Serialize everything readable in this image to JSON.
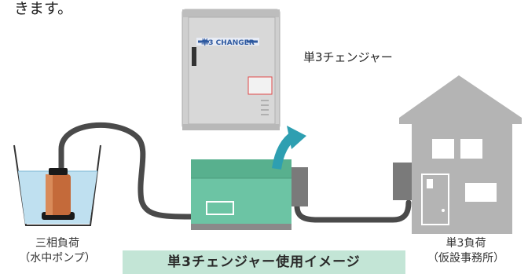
{
  "intro_text": "きます。",
  "changer": {
    "label": "単3チェンジャー",
    "panel_title": "単3 CHANGER",
    "panel_colors": {
      "body": "#cfcfcf",
      "accent": "#2f5aa0"
    }
  },
  "load_left": {
    "line1": "三相負荷",
    "line2": "（水中ポンプ）"
  },
  "load_right": {
    "line1": "単3負荷",
    "line2": "（仮設事務所）"
  },
  "banner": {
    "text": "単3チェンジャー使用イメージ",
    "color": "#c3e5d6"
  },
  "colors": {
    "unit_green": "#6cc4a4",
    "unit_dark_green": "#58b08e",
    "arrow_teal": "#2e9fb1",
    "cable": "#4a4a4a",
    "house": "#b4b4b4",
    "water": "#bfe0f0",
    "pump": "#c46a3a"
  }
}
